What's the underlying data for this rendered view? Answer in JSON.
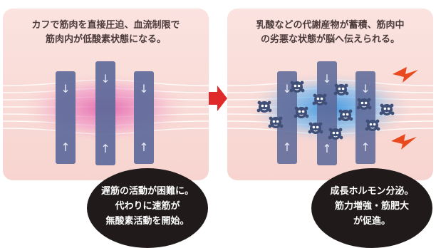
{
  "panels": [
    {
      "caption": [
        "カフで筋肉を直接圧迫、血流制限で",
        "筋肉内が低酸素状態になる。"
      ],
      "note": [
        "遅筋の活動が困難に。",
        "代わりに速筋が",
        "無酸素活動を開始。"
      ]
    },
    {
      "caption": [
        "乳酸などの代謝産物が蓄積、筋肉中",
        "の劣悪な状態が脳へ伝えられる。"
      ],
      "note": [
        "成長ホルモン分泌。",
        "筋力増強・筋肥大",
        "が促進。"
      ]
    }
  ],
  "colors": {
    "panel_bg": "#f7d4cf",
    "band": "#5d6a9a",
    "glow_left": "#e05aa8",
    "glow_right": "#2f8fe0",
    "arrow": "#e02a2a",
    "lightning": "#e8491e",
    "bubble": "#201a1a"
  },
  "icons": [
    "down-arrow-icon",
    "up-arrow-icon",
    "lactic-molecule-icon",
    "lightning-icon",
    "right-arrow-icon"
  ]
}
